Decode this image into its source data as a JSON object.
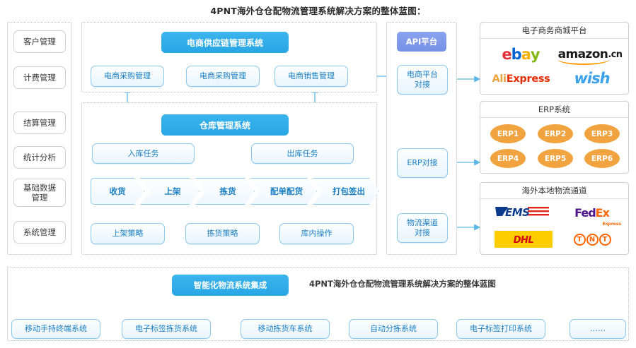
{
  "title": "4PNT海外仓仓配物流管理系统解决方案的整体蓝图：",
  "bottom_caption": "4PNT海外仓仓配物流管理系统解决方案的整体蓝图",
  "colors": {
    "blue_solid": "#27a6e4",
    "purple_solid": "#7690e6",
    "light_box_border": "#8cc9ea",
    "light_box_text": "#1a7fc1",
    "erp_orange": "#f0a33f",
    "dotted_border": "#bdbdbd"
  },
  "sidebar": {
    "items": [
      {
        "label": "客户管理"
      },
      {
        "label": "计费管理"
      },
      {
        "label": "结算管理"
      },
      {
        "label": "统计分析"
      },
      {
        "label": "基础数据\n管理"
      },
      {
        "label": "系统管理"
      }
    ]
  },
  "supply_chain": {
    "header": "电商供应链管理系统",
    "boxes": [
      {
        "label": "电商采购管理"
      },
      {
        "label": "电商采购管理"
      },
      {
        "label": "电商销售管理"
      }
    ]
  },
  "warehouse": {
    "header": "仓库管理系统",
    "tasks": [
      {
        "label": "入库任务"
      },
      {
        "label": "出库任务"
      }
    ],
    "process": [
      {
        "label": "收货"
      },
      {
        "label": "上架"
      },
      {
        "label": "拣货"
      },
      {
        "label": "配单配货"
      },
      {
        "label": "打包签出"
      }
    ],
    "strategies": [
      {
        "label": "上架策略"
      },
      {
        "label": "拣货策略"
      },
      {
        "label": "库内操作"
      }
    ]
  },
  "api_column": {
    "header": "API平台",
    "connectors": [
      {
        "label": "电商平台\n对接"
      },
      {
        "label": "ERP对接"
      },
      {
        "label": "物流渠道\n对接"
      }
    ]
  },
  "panels": [
    {
      "title": "电子商务商城平台",
      "logos": [
        {
          "name": "ebay-logo",
          "text": "ebay"
        },
        {
          "name": "amazon-cn-logo",
          "text": "amazon.cn"
        },
        {
          "name": "aliexpress-logo",
          "text": "AliExpress"
        },
        {
          "name": "wish-logo",
          "text": "wish"
        }
      ]
    },
    {
      "title": "ERP系统",
      "erps": [
        {
          "label": "ERP1"
        },
        {
          "label": "ERP2"
        },
        {
          "label": "ERP3"
        },
        {
          "label": "ERP4"
        },
        {
          "label": "ERP5"
        },
        {
          "label": "ERP6"
        }
      ]
    },
    {
      "title": "海外本地物流通道",
      "logos": [
        {
          "name": "ems-logo",
          "text": "EMS"
        },
        {
          "name": "fedex-logo",
          "text": "FedEx Express"
        },
        {
          "name": "dhl-logo",
          "text": "DHL"
        },
        {
          "name": "tnt-logo",
          "text": "TNT"
        }
      ]
    }
  ],
  "bottom": {
    "header": "智能化物流系统集成",
    "items": [
      {
        "label": "移动手持终端系统"
      },
      {
        "label": "电子标签拣货系统"
      },
      {
        "label": "移动拣货车系统"
      },
      {
        "label": "自动分拣系统"
      },
      {
        "label": "电子标签打印系统"
      },
      {
        "label": "……"
      }
    ]
  }
}
